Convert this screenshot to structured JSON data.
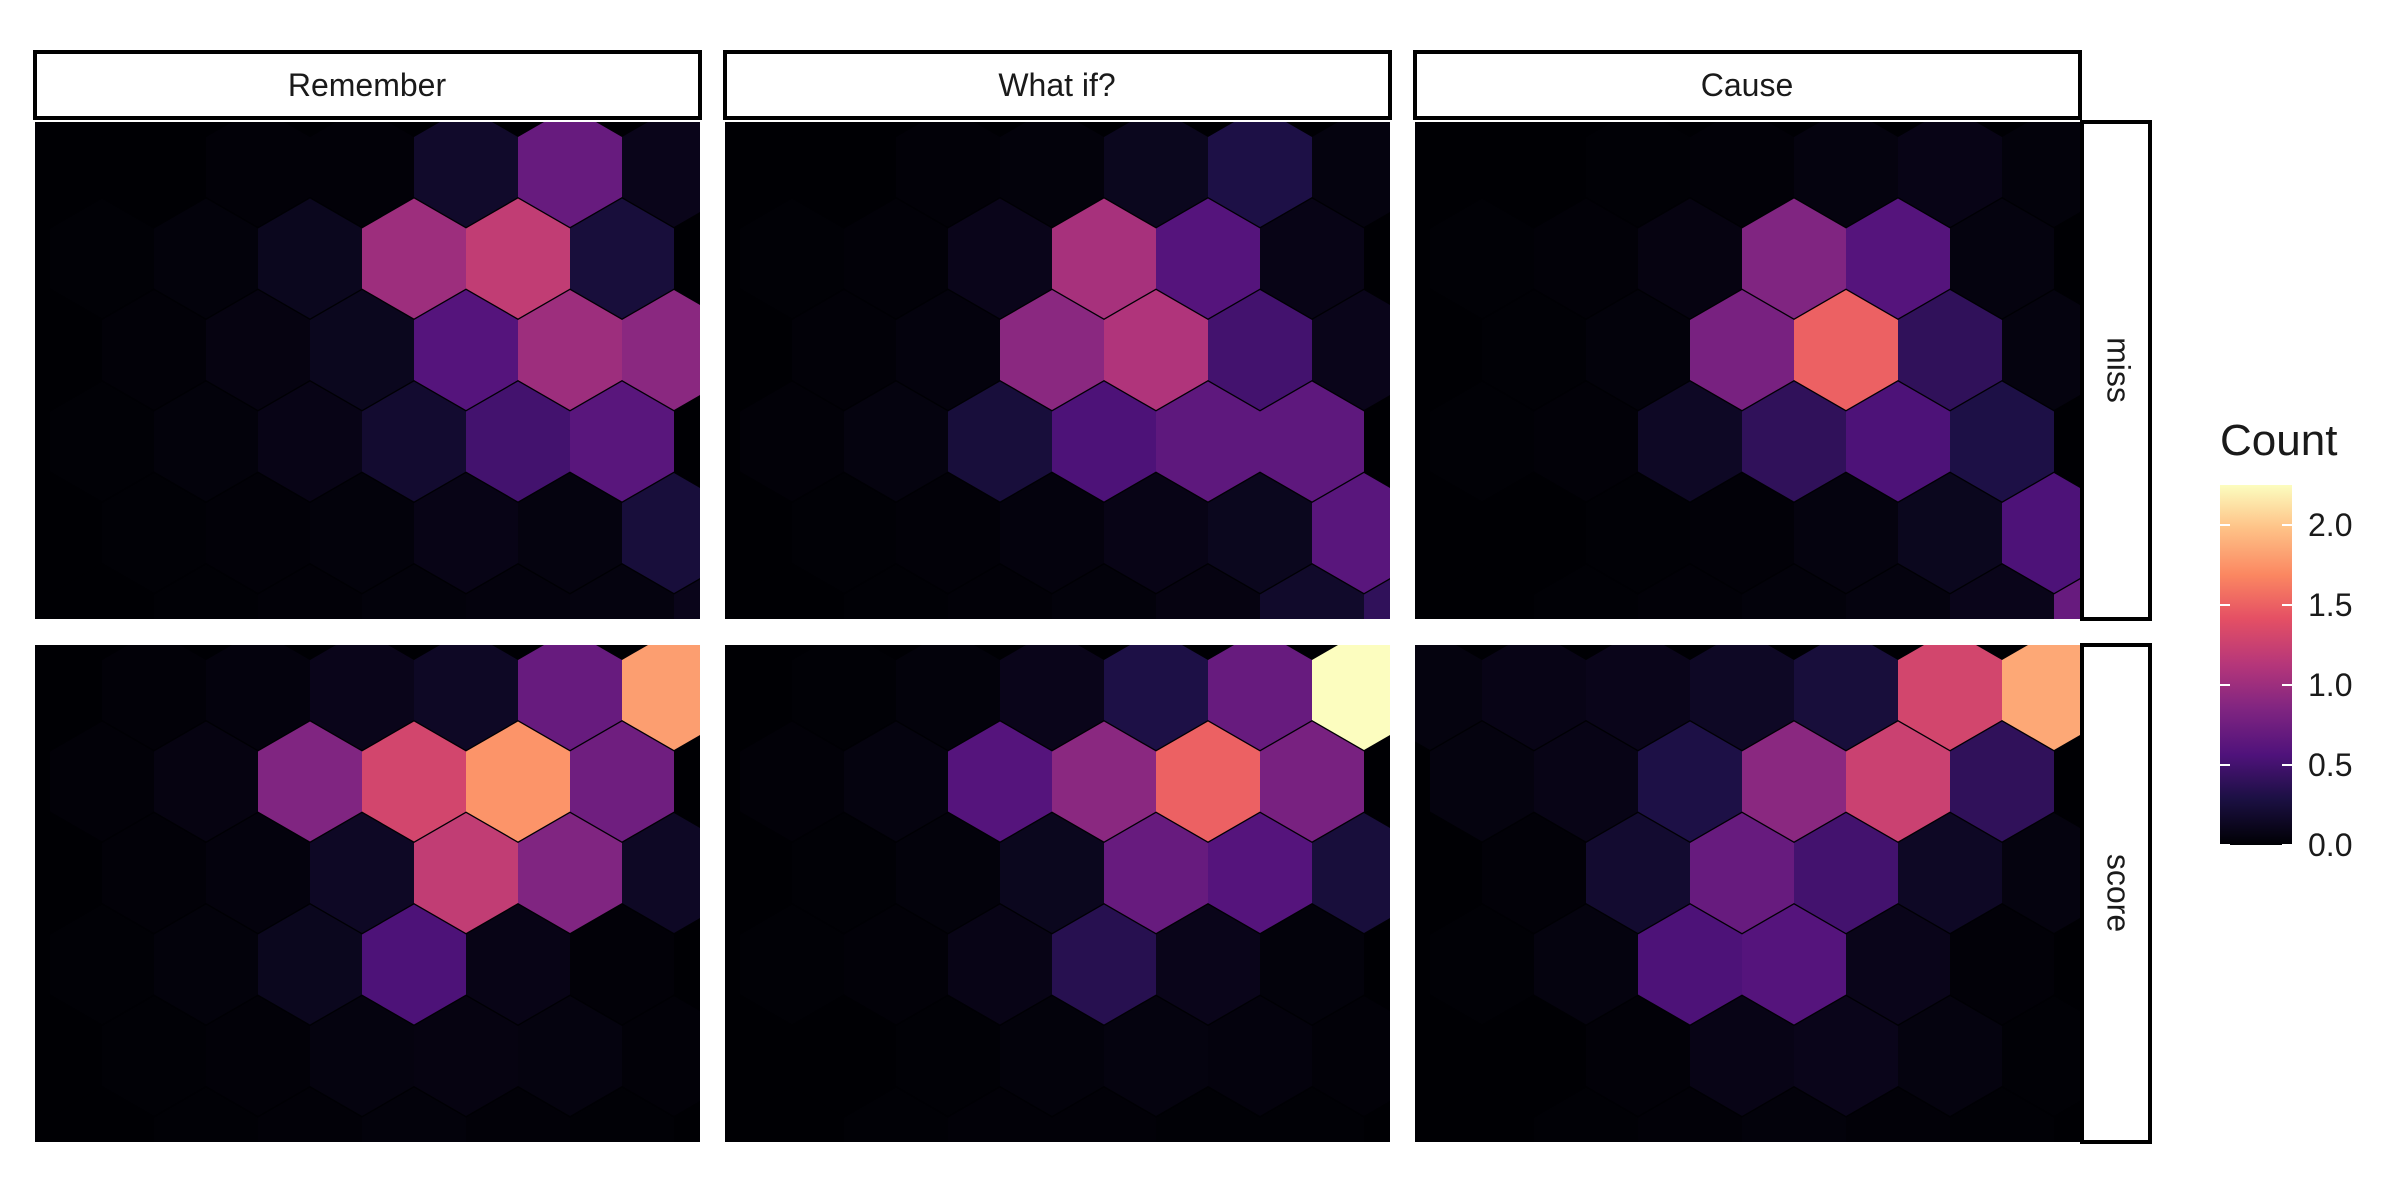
{
  "colors": {
    "panel_background": "#000004",
    "strip_background": "#ffffff",
    "strip_border": "#000000",
    "colormap": "magma"
  },
  "chart_data": {
    "type": "heatmap",
    "subtype": "hexbin",
    "facet_columns": [
      "Remember",
      "What if?",
      "Cause"
    ],
    "facet_rows": [
      "miss",
      "score"
    ],
    "grid": false,
    "legend": {
      "title": "Count",
      "placement": "right",
      "ticks": [
        "0.0",
        "0.5",
        "1.0",
        "1.5",
        "2.0"
      ],
      "tick_values": [
        0,
        0.5,
        1.0,
        1.5,
        2.0
      ],
      "range": [
        0,
        2.25
      ]
    },
    "panels": [
      {
        "column": "Remember",
        "row": "miss",
        "cells": [
          [
            0,
            0,
            0.02,
            0.02,
            0.18,
            0.7,
            0.1,
            0
          ],
          [
            0,
            0.01,
            0.03,
            0.12,
            1.0,
            1.2,
            0.25,
            0
          ],
          [
            0,
            0.02,
            0.06,
            0.12,
            0.6,
            1.0,
            0.9,
            0.1
          ],
          [
            0,
            0.01,
            0.03,
            0.08,
            0.2,
            0.5,
            0.62,
            0
          ],
          [
            0,
            0.01,
            0.02,
            0.03,
            0.08,
            0.05,
            0.25,
            0.18
          ],
          [
            0,
            0,
            0.01,
            0.02,
            0.03,
            0.04,
            0.05,
            0.1
          ]
        ]
      },
      {
        "column": "What if?",
        "row": "miss",
        "cells": [
          [
            0,
            0,
            0.02,
            0.03,
            0.12,
            0.3,
            0.05,
            0
          ],
          [
            0,
            0.01,
            0.02,
            0.1,
            1.05,
            0.6,
            0.08,
            0
          ],
          [
            0,
            0.02,
            0.04,
            0.9,
            1.1,
            0.5,
            0.1,
            0
          ],
          [
            0,
            0.02,
            0.05,
            0.25,
            0.55,
            0.65,
            0.65,
            0
          ],
          [
            0,
            0.01,
            0.02,
            0.04,
            0.08,
            0.12,
            0.62,
            0.3
          ],
          [
            0,
            0,
            0.01,
            0.02,
            0.03,
            0.06,
            0.18,
            0.4
          ]
        ]
      },
      {
        "column": "Cause",
        "row": "miss",
        "cells": [
          [
            0,
            0,
            0.01,
            0.02,
            0.05,
            0.08,
            0.03,
            0
          ],
          [
            0,
            0.01,
            0.02,
            0.06,
            0.85,
            0.6,
            0.05,
            0
          ],
          [
            0,
            0.01,
            0.03,
            0.8,
            1.5,
            0.4,
            0.05,
            0
          ],
          [
            0,
            0.01,
            0.02,
            0.15,
            0.4,
            0.55,
            0.3,
            0
          ],
          [
            0,
            0,
            0.01,
            0.02,
            0.05,
            0.12,
            0.55,
            0.3
          ],
          [
            0,
            0,
            0.01,
            0.02,
            0.03,
            0.05,
            0.1,
            0.7
          ]
        ]
      },
      {
        "column": "Remember",
        "row": "score",
        "cells": [
          [
            0,
            0.02,
            0.04,
            0.1,
            0.15,
            0.7,
            1.8,
            0.1
          ],
          [
            0,
            0.02,
            0.06,
            0.85,
            1.3,
            1.75,
            0.75,
            0
          ],
          [
            0,
            0.02,
            0.04,
            0.15,
            1.2,
            0.85,
            0.15,
            0
          ],
          [
            0,
            0.01,
            0.03,
            0.12,
            0.55,
            0.08,
            0.02,
            0
          ],
          [
            0,
            0.01,
            0.02,
            0.05,
            0.06,
            0.05,
            0.02,
            0
          ],
          [
            0,
            0,
            0.01,
            0.02,
            0.03,
            0.02,
            0.01,
            0
          ]
        ]
      },
      {
        "column": "What if?",
        "row": "score",
        "cells": [
          [
            0,
            0.01,
            0.03,
            0.1,
            0.3,
            0.7,
            2.25,
            0.2
          ],
          [
            0,
            0.02,
            0.05,
            0.6,
            0.9,
            1.5,
            0.8,
            0
          ],
          [
            0,
            0.01,
            0.03,
            0.12,
            0.7,
            0.6,
            0.25,
            0
          ],
          [
            0,
            0.01,
            0.02,
            0.08,
            0.35,
            0.1,
            0.03,
            0
          ],
          [
            0,
            0,
            0.01,
            0.03,
            0.05,
            0.04,
            0.02,
            0
          ],
          [
            0,
            0,
            0.01,
            0.02,
            0.02,
            0.01,
            0.01,
            0
          ]
        ]
      },
      {
        "column": "Cause",
        "row": "score",
        "cells": [
          [
            0.05,
            0.08,
            0.1,
            0.15,
            0.25,
            1.3,
            1.85,
            0.1
          ],
          [
            0,
            0.05,
            0.08,
            0.3,
            0.9,
            1.25,
            0.4,
            0
          ],
          [
            0,
            0.02,
            0.2,
            0.7,
            0.5,
            0.15,
            0.05,
            0
          ],
          [
            0,
            0.01,
            0.05,
            0.55,
            0.6,
            0.1,
            0.02,
            0
          ],
          [
            0,
            0,
            0.02,
            0.08,
            0.1,
            0.05,
            0.01,
            0
          ],
          [
            0,
            0,
            0.01,
            0.02,
            0.03,
            0.02,
            0.01,
            0
          ]
        ]
      }
    ]
  }
}
